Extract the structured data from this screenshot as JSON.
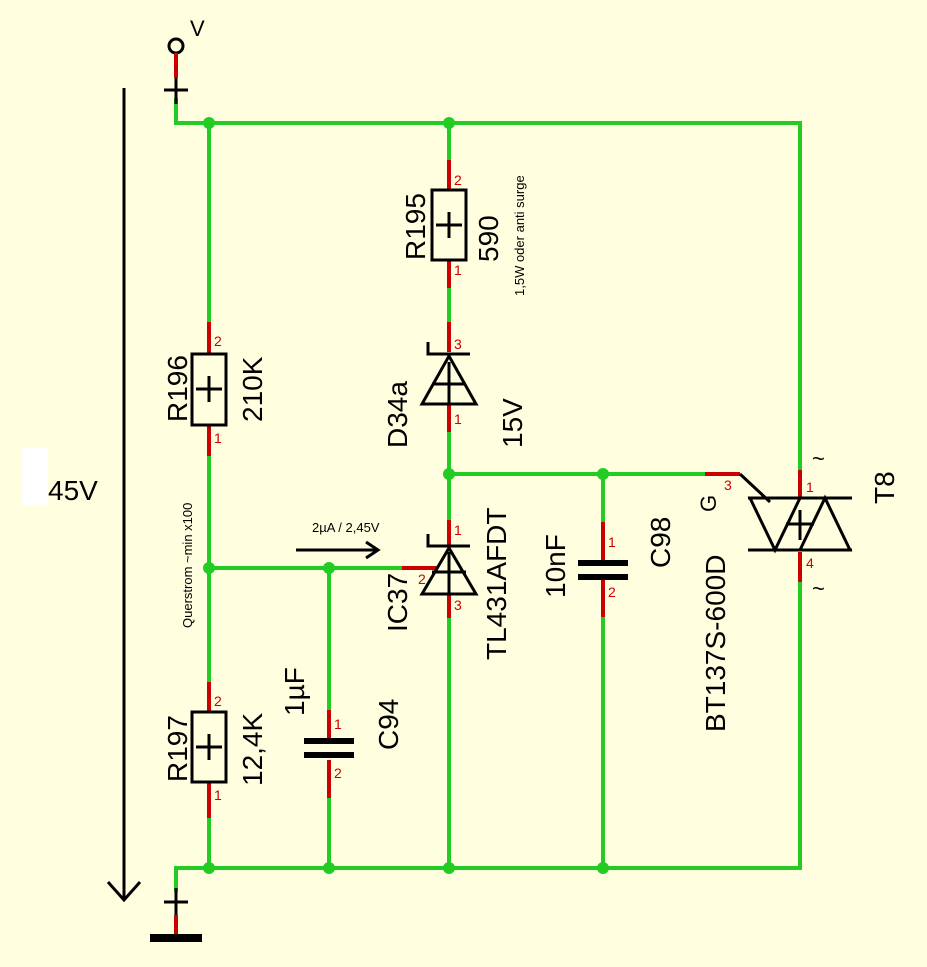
{
  "title": "",
  "supply": {
    "node_label": "V",
    "voltage": "45V"
  },
  "annotations": {
    "cross_current": "Querstrom ~min x100",
    "ref_point": "2µA / 2,45V",
    "r195_note": "1,5W oder anti surge"
  },
  "components": {
    "r196": {
      "ref": "R196",
      "value": "210K",
      "pin_top": "2",
      "pin_bottom": "1"
    },
    "r197": {
      "ref": "R197",
      "value": "12,4K",
      "pin_top": "2",
      "pin_bottom": "1"
    },
    "r195": {
      "ref": "R195",
      "value": "590",
      "pin_top": "2",
      "pin_bottom": "1"
    },
    "d34a": {
      "ref": "D34a",
      "value": "15V",
      "pin_top": "3",
      "pin_bottom": "1"
    },
    "ic37": {
      "ref": "IC37",
      "value": "TL431AFDT",
      "pin_cathode": "1",
      "pin_ref": "2",
      "pin_anode": "3"
    },
    "c94": {
      "ref": "C94",
      "value": "1µF",
      "pin_top": "1",
      "pin_bottom": "2"
    },
    "c98": {
      "ref": "C98",
      "value": "10nF",
      "pin_top": "1",
      "pin_bottom": "2"
    },
    "t8": {
      "ref": "T8",
      "value": "BT137S-600D",
      "gate_label": "G",
      "pin_gate": "3",
      "pin_top": "1",
      "pin_bottom": "4",
      "mt_top": "~",
      "mt_bottom": "~"
    }
  },
  "colors": {
    "wire": "#22cc22",
    "pin": "#cc0000",
    "symbol": "#000000",
    "background": "#ffffe0"
  }
}
